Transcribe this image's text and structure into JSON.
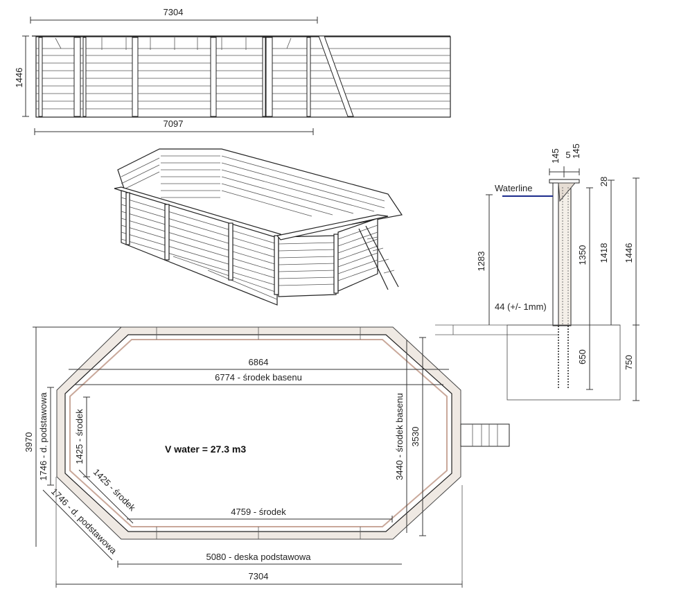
{
  "diagram": {
    "title": "Wooden octagonal-elongated pool technical drawing",
    "elevation_view": {
      "top_width": "7304",
      "bottom_width": "7097",
      "height": "1446"
    },
    "perspective_view": {
      "description": "3D isometric view of wooden pool with ladder"
    },
    "section_view": {
      "waterline_label": "Waterline",
      "waterline_color": "#1a2a8c",
      "top_dims": [
        "145",
        "5",
        "145"
      ],
      "dim_28": "28",
      "dim_1283": "1283",
      "dim_1350": "1350",
      "dim_1418": "1418",
      "dim_1446": "1446",
      "dim_44": "44 (+/- 1mm)",
      "dim_650": "650",
      "dim_750": "750"
    },
    "plan_view": {
      "volume_label": "V water = 27.3 m3",
      "dim_6864": "6864",
      "dim_6774": "6774 - środek basenu",
      "dim_3970": "3970",
      "dim_1746_left": "1746 - d. podstawowa",
      "dim_1425_left": "1425 - środek",
      "dim_1425_diag": "1425 - środek",
      "dim_1746_diag": "1746 - d. podstawowa",
      "dim_4759": "4759 - środek",
      "dim_5080": "5080 - deska podstawowa",
      "dim_7304": "7304",
      "dim_3440": "3440 - środek basenu",
      "dim_3530": "3530"
    }
  }
}
